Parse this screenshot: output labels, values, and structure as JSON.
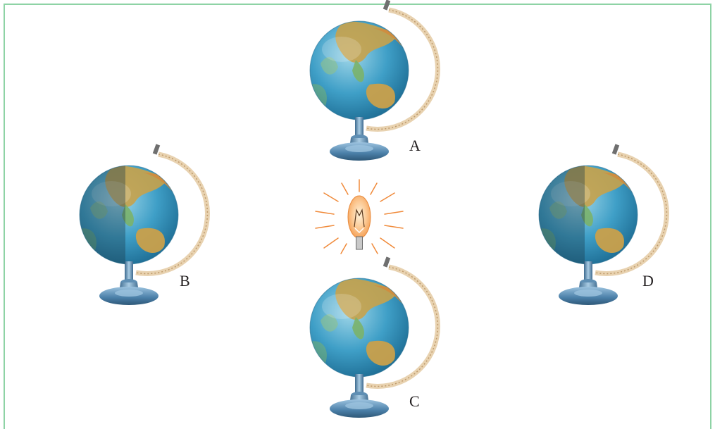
{
  "labels": {
    "a": "A",
    "b": "B",
    "c": "C",
    "d": "D"
  },
  "colors": {
    "frame_border": "#8ed3a5",
    "ocean": "#3f9fc7",
    "land": "#c8a24a",
    "stand": "#4a7fa8",
    "bulb_glow": "#f7a23b",
    "rays": "#f08a3a"
  },
  "icons": {
    "globe": "globe-icon",
    "light_source": "light-bulb-icon"
  },
  "shading": {
    "a": "lit",
    "b": "half-shaded",
    "c": "lit",
    "d": "half-shaded"
  }
}
